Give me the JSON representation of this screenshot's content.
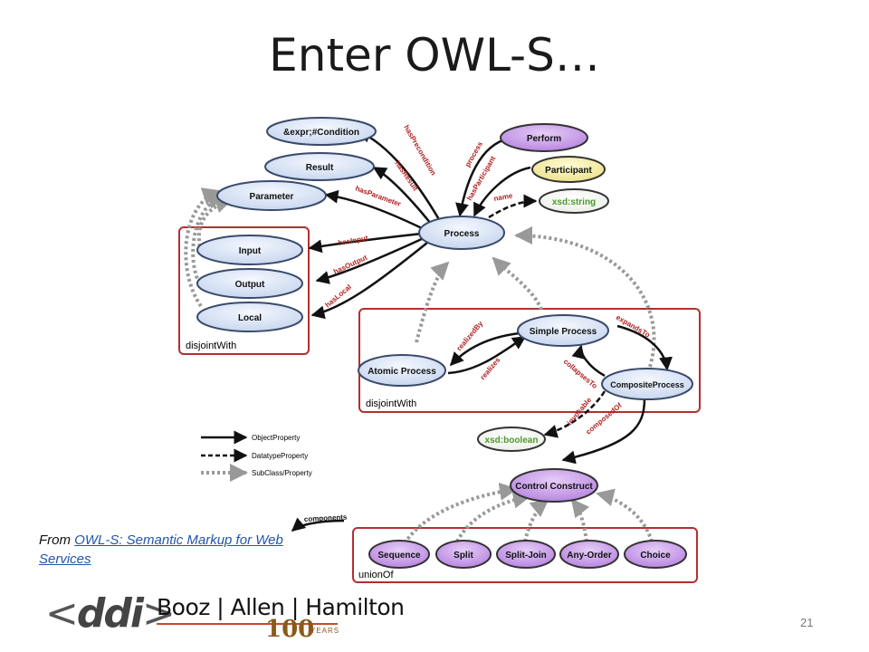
{
  "slide": {
    "title": "Enter OWL-S…",
    "caption_prefix": "From ",
    "caption_link": "OWL-S: Semantic Markup for Web Services",
    "page_number": "21"
  },
  "logos": {
    "ddi_left": "<",
    "ddi_text": "ddi",
    "ddi_right": ">",
    "ba_text": "Booz | Allen | Hamilton",
    "ba_100": "100",
    "ba_years": "YEARS"
  },
  "diagram": {
    "nodes": {
      "condition": "&expr;#Condition",
      "result": "Result",
      "parameter": "Parameter",
      "input": "Input",
      "output": "Output",
      "local": "Local",
      "process": "Process",
      "perform": "Perform",
      "participant": "Participant",
      "xsd_string": "xsd:string",
      "simple_process": "Simple Process",
      "atomic_process": "Atomic Process",
      "composite_process": "CompositeProcess",
      "xsd_boolean": "xsd:boolean",
      "control_construct": "Control Construct",
      "sequence": "Sequence",
      "split": "Split",
      "split_join": "Split-Join",
      "any_order": "Any-Order",
      "choice": "Choice"
    },
    "edges": {
      "hasPrecondition": "hasPrecondition",
      "hasResult": "hasResult",
      "hasParameter": "hasParameter",
      "hasInput": "hasInput",
      "hasOutput": "hasOutput",
      "hasLocal": "hasLocal",
      "process": "process",
      "hasParticipant": "hasParticipant",
      "name": "name",
      "realizedBy": "realizedBy",
      "realizes": "realizes",
      "expandsTo": "expandsTo",
      "collapsesTo": "collapsesTo",
      "invokable": "invokable",
      "composedOf": "composedOf",
      "components": "components"
    },
    "groups": {
      "disjoint1": "disjointWith",
      "disjoint2": "disjointWith",
      "union": "unionOf"
    },
    "legend": {
      "object_property": "ObjectProperty",
      "datatype_property": "DatatypeProperty",
      "subclass_property": "SubClass/Property"
    },
    "colors": {
      "blue_node": "#dce6f5",
      "purple_node": "#c9a4e8",
      "yellow_node": "#f5efb0",
      "green_text": "#4a9a2a",
      "edge_label": "#b02020",
      "group_box": "#b03030"
    }
  }
}
